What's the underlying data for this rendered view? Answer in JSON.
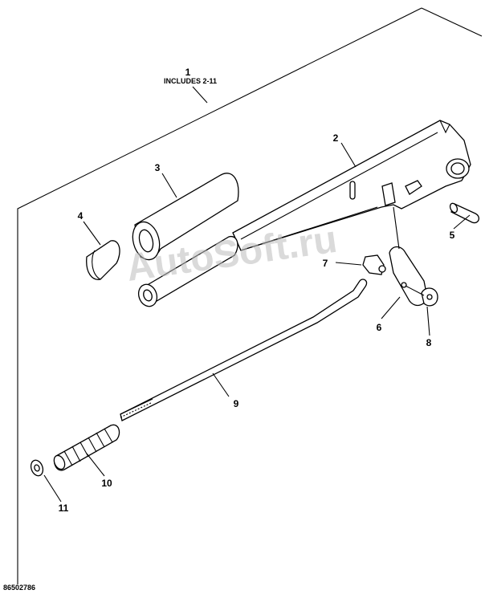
{
  "callouts": {
    "c1": "1",
    "c1_note": "INCLUDES 2-11",
    "c2": "2",
    "c3": "3",
    "c4": "4",
    "c5": "5",
    "c6": "6",
    "c7": "7",
    "c8": "8",
    "c9": "9",
    "c10": "10",
    "c11": "11"
  },
  "figure_code": "86502786",
  "watermark": "AutoSoft.ru"
}
